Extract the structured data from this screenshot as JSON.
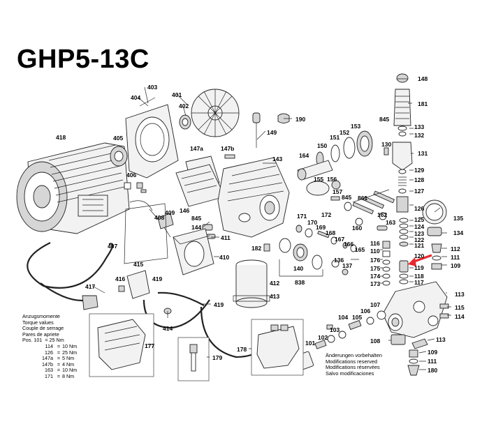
{
  "title": "GHP5-13C",
  "callouts": [
    "403",
    "401",
    "148",
    "404",
    "402",
    "190",
    "181",
    "149",
    "845",
    "133",
    "418",
    "405",
    "153",
    "132",
    "152",
    "151",
    "130",
    "131",
    "147a",
    "147b",
    "150",
    "143",
    "164",
    "129",
    "406",
    "128",
    "155",
    "156",
    "127",
    "157",
    "845",
    "861",
    "126",
    "135",
    "409",
    "408",
    "171",
    "172",
    "170",
    "162",
    "163",
    "125",
    "146",
    "845",
    "169",
    "168",
    "124",
    "134",
    "144",
    "411",
    "167",
    "123",
    "407",
    "166",
    "160",
    "122",
    "182",
    "165",
    "116",
    "121",
    "112",
    "110",
    "410",
    "136",
    "120",
    "111",
    "176",
    "137",
    "175",
    "119",
    "109",
    "140",
    "415",
    "416",
    "419",
    "118",
    "174",
    "412",
    "117",
    "838",
    "173",
    "417",
    "413",
    "419",
    "113",
    "107",
    "115",
    "106",
    "104",
    "105",
    "114",
    "103",
    "414",
    "177",
    "108",
    "113",
    "102",
    "101",
    "109",
    "178",
    "111",
    "179",
    "180"
  ],
  "torque": {
    "headings": [
      "Anzugsmomente",
      "Torque values",
      "Couple de serrage",
      "Pares de apriete",
      "Pos. 101  = 25 Nm"
    ],
    "rows": [
      {
        "pos": "114",
        "eq": "=",
        "val": "10 Nm"
      },
      {
        "pos": "126",
        "eq": "=",
        "val": "25 Nm"
      },
      {
        "pos": "147a",
        "eq": "=",
        "val": "5 Nm"
      },
      {
        "pos": "147b",
        "eq": "=",
        "val": "4 Nm"
      },
      {
        "pos": "163",
        "eq": "=",
        "val": "10 Nm"
      },
      {
        "pos": "171",
        "eq": "=",
        "val": "8 Nm"
      }
    ]
  },
  "notice": [
    "Änderungen vorbehalten",
    "Modifications reserved",
    "Modifications réservées",
    "Salvo modificaciones"
  ],
  "colors": {
    "line": "#222222",
    "arrow": "#e8282e",
    "text": "#000000"
  }
}
